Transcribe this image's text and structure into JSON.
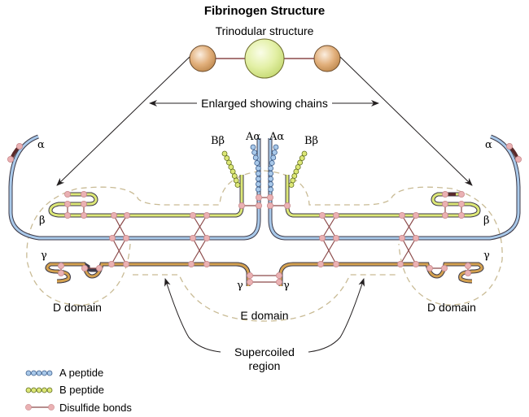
{
  "title": "Fibrinogen Structure",
  "subtitle": "Trinodular structure",
  "enlarged_label": "Enlarged showing chains",
  "chain_labels": {
    "left_alpha": "α",
    "right_alpha": "α",
    "left_beta": "β",
    "right_beta": "β",
    "left_gamma": "γ",
    "right_gamma": "γ",
    "center_gamma_left": "γ",
    "center_gamma_right": "γ",
    "b_beta_left": "Bβ",
    "a_alpha_left": "Aα",
    "a_alpha_right": "Aα",
    "b_beta_right": "Bβ"
  },
  "domain_labels": {
    "d_left": "D domain",
    "e": "E domain",
    "d_right": "D domain"
  },
  "supercoiled_label_line1": "Supercoiled",
  "supercoiled_label_line2": "region",
  "legend": [
    {
      "key": "a_peptide",
      "label": "A peptide",
      "color": "#a9c9ea"
    },
    {
      "key": "b_peptide",
      "label": "B peptide",
      "color": "#d6e66b"
    },
    {
      "key": "disulfide",
      "label": "Disulfide bonds",
      "color": "#e8a7ab"
    }
  ],
  "colors": {
    "alpha_chain": "#a9c9ea",
    "beta_chain": "#dde877",
    "gamma_chain": "#d4a14f",
    "chain_outline": "#3d3a48",
    "bond_line": "#8c4a4a",
    "bond_node": "#eab1b3",
    "domain_outline": "#c9bb95",
    "d_node": "#e6b883",
    "e_node": "#e4efa8",
    "arrow": "#231f20"
  }
}
